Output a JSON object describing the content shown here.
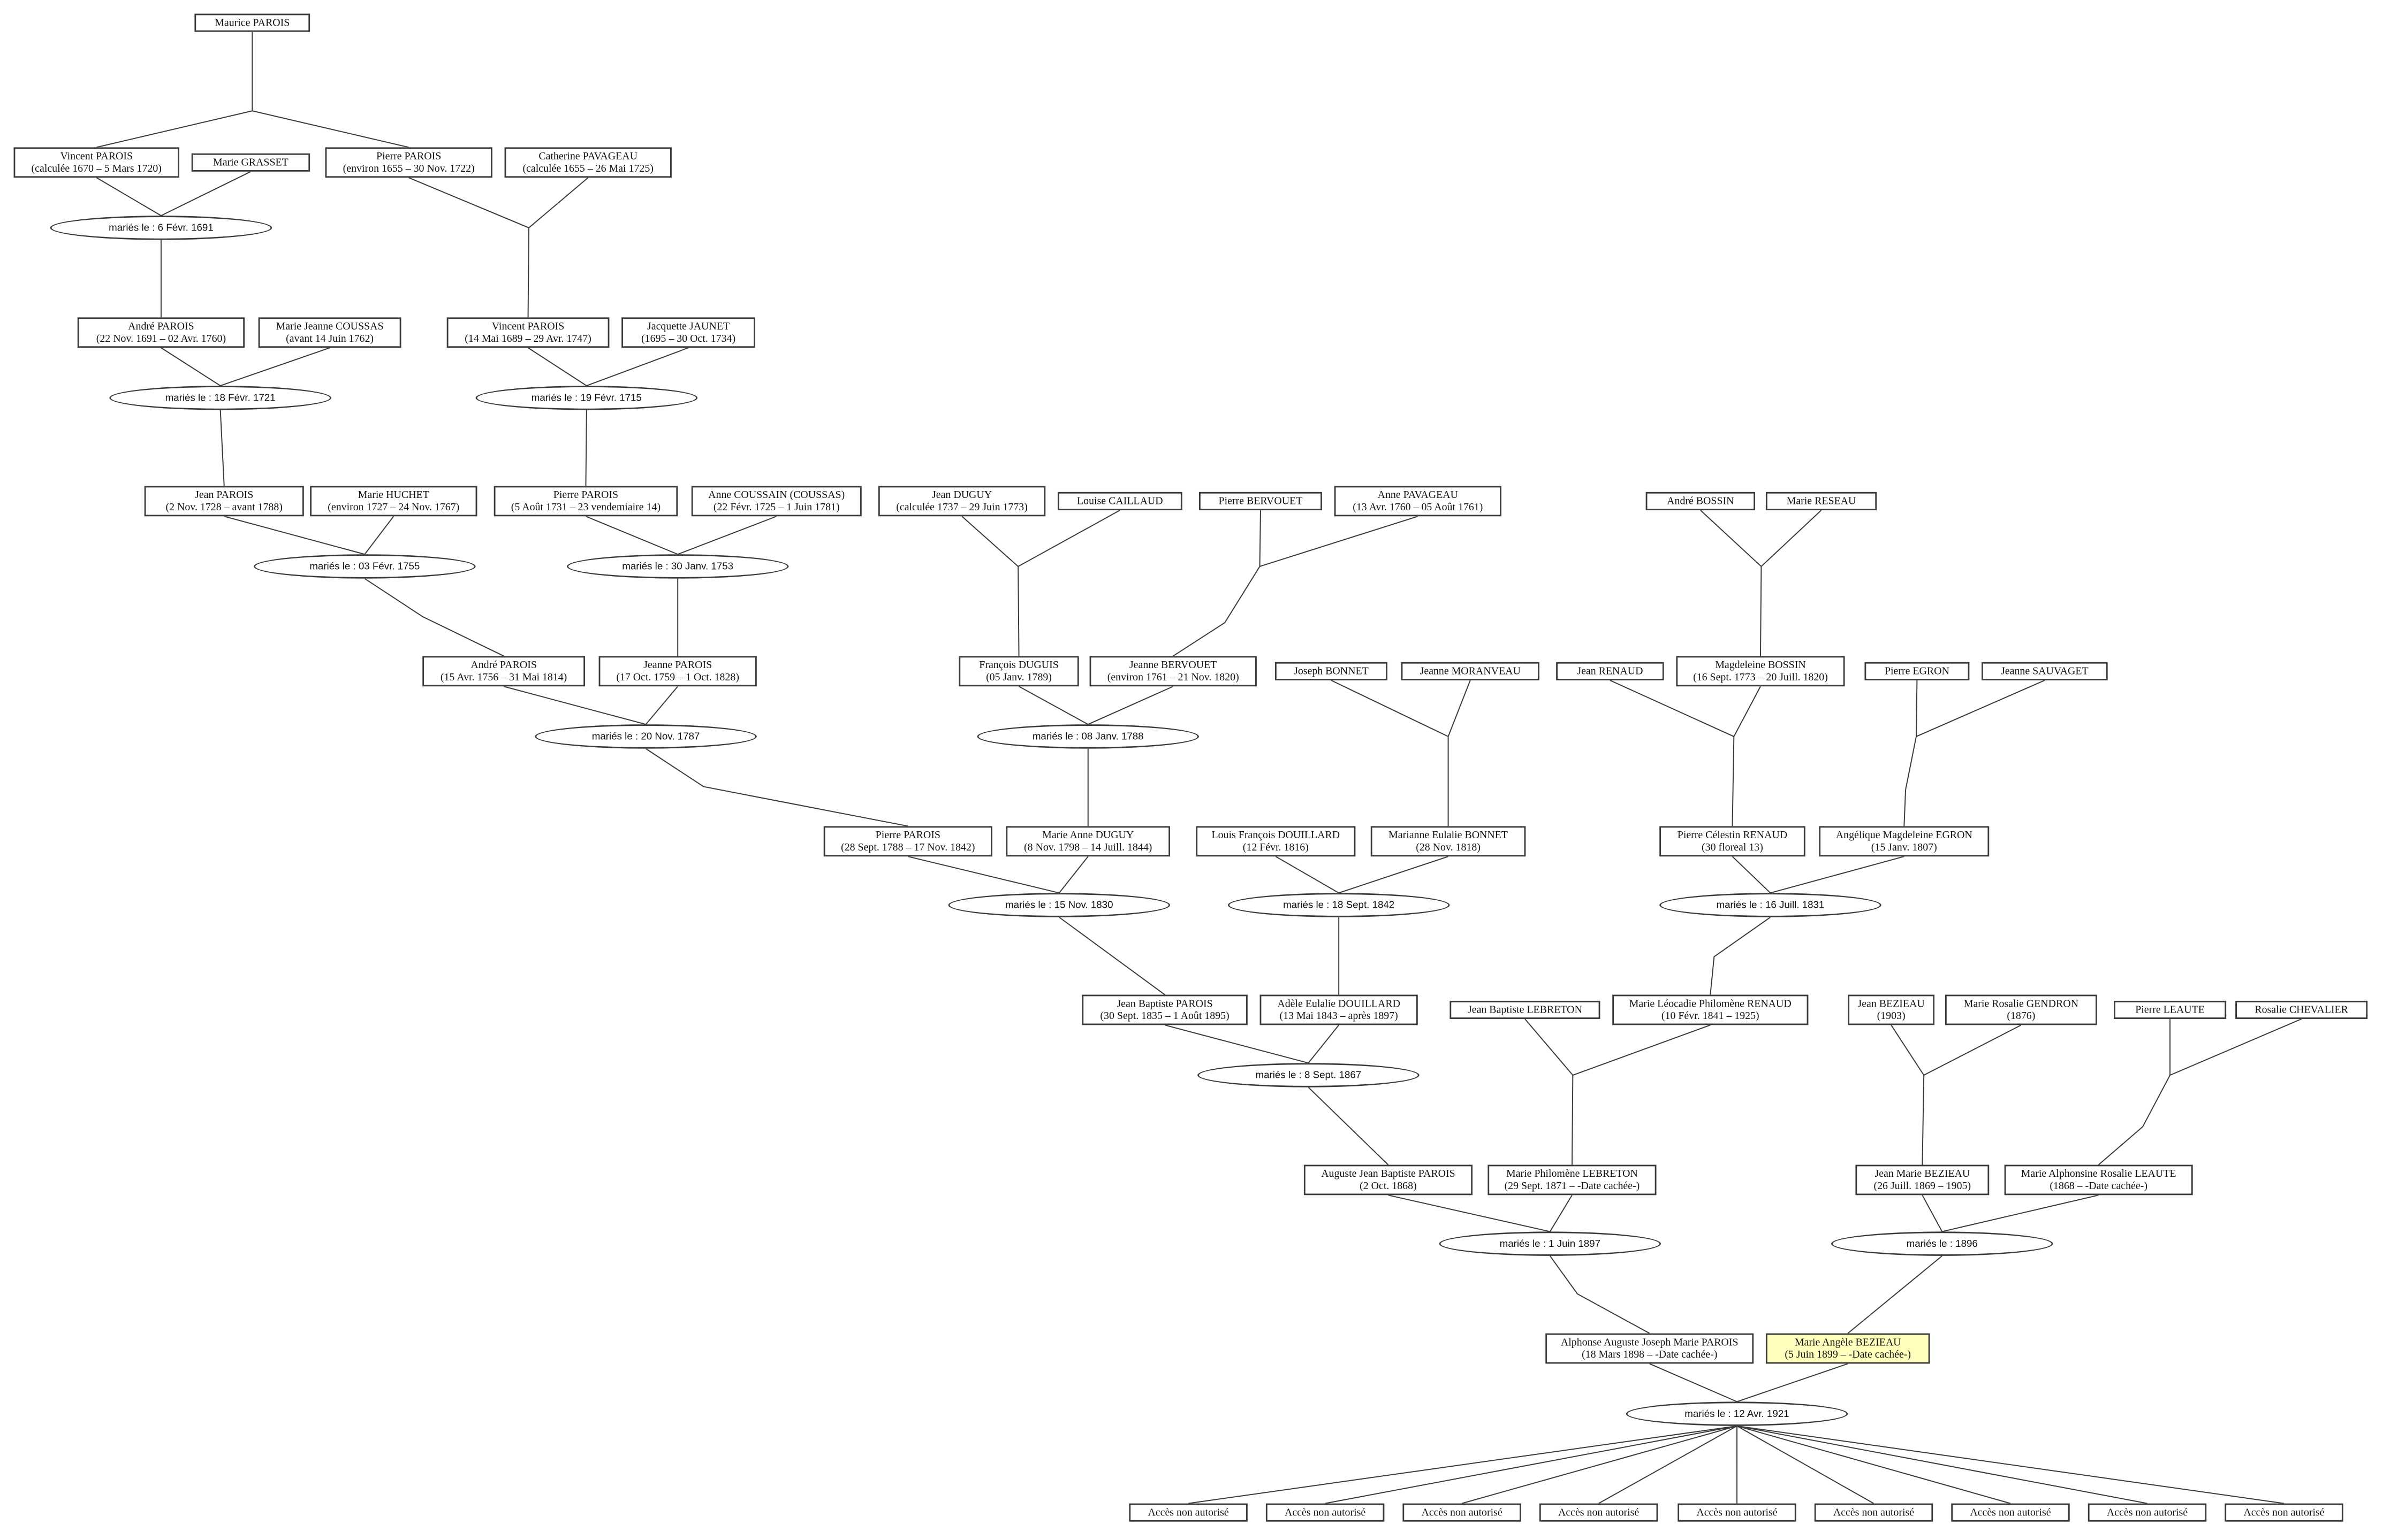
{
  "persons": {
    "maurice": {
      "name": "Maurice PAROIS",
      "dates": ""
    },
    "vincent1": {
      "name": "Vincent PAROIS",
      "dates": "(calculée 1670 – 5 Mars 1720)"
    },
    "marie_grasset": {
      "name": "Marie GRASSET",
      "dates": ""
    },
    "pierre1": {
      "name": "Pierre PAROIS",
      "dates": "(environ 1655 – 30 Nov. 1722)"
    },
    "catherine": {
      "name": "Catherine PAVAGEAU",
      "dates": "(calculée 1655 – 26 Mai 1725)"
    },
    "andre1": {
      "name": "André PAROIS",
      "dates": "(22 Nov. 1691 – 02 Avr. 1760)"
    },
    "mj_coussas": {
      "name": "Marie Jeanne COUSSAS",
      "dates": "(avant 14 Juin 1762)"
    },
    "vincent2": {
      "name": "Vincent PAROIS",
      "dates": "(14 Mai 1689 – 29 Avr. 1747)"
    },
    "jacquette": {
      "name": "Jacquette JAUNET",
      "dates": "(1695 – 30 Oct. 1734)"
    },
    "jean_parois": {
      "name": "Jean PAROIS",
      "dates": "(2 Nov. 1728 – avant 1788)"
    },
    "marie_huchet": {
      "name": "Marie HUCHET",
      "dates": "(environ 1727 – 24 Nov. 1767)"
    },
    "pierre2": {
      "name": "Pierre PAROIS",
      "dates": "(5 Août 1731 – 23 vendemiaire 14)"
    },
    "anne_coussain": {
      "name": "Anne COUSSAIN (COUSSAS)",
      "dates": "(22 Févr. 1725 – 1 Juin 1781)"
    },
    "jean_duguy": {
      "name": "Jean DUGUY",
      "dates": "(calculée 1737 – 29 Juin 1773)"
    },
    "louise": {
      "name": "Louise CAILLAUD",
      "dates": ""
    },
    "pierre_bervouet": {
      "name": "Pierre BERVOUET",
      "dates": ""
    },
    "anne_pavageau": {
      "name": "Anne PAVAGEAU",
      "dates": "(13 Avr. 1760 – 05 Août 1761)"
    },
    "andre_bossin": {
      "name": "André BOSSIN",
      "dates": ""
    },
    "marie_reseau": {
      "name": "Marie RESEAU",
      "dates": ""
    },
    "andre2": {
      "name": "André PAROIS",
      "dates": "(15 Avr. 1756 – 31 Mai 1814)"
    },
    "jeanne_parois": {
      "name": "Jeanne PAROIS",
      "dates": "(17 Oct. 1759 – 1 Oct. 1828)"
    },
    "francois_duguis": {
      "name": "François DUGUIS",
      "dates": "(05 Janv. 1789)"
    },
    "jeanne_bervouet": {
      "name": "Jeanne BERVOUET",
      "dates": "(environ 1761 – 21 Nov. 1820)"
    },
    "joseph_bonnet": {
      "name": "Joseph BONNET",
      "dates": ""
    },
    "jeanne_moranveau": {
      "name": "Jeanne MORANVEAU",
      "dates": ""
    },
    "jean_renaud": {
      "name": "Jean RENAUD",
      "dates": ""
    },
    "magdeleine": {
      "name": "Magdeleine BOSSIN",
      "dates": "(16 Sept. 1773 – 20 Juill. 1820)"
    },
    "pierre_egron": {
      "name": "Pierre EGRON",
      "dates": ""
    },
    "jeanne_sauvaget": {
      "name": "Jeanne SAUVAGET",
      "dates": ""
    },
    "pierre3": {
      "name": "Pierre PAROIS",
      "dates": "(28 Sept. 1788 – 17 Nov. 1842)"
    },
    "marie_anne_duguy": {
      "name": "Marie Anne DUGUY",
      "dates": "(8 Nov. 1798 – 14 Juill. 1844)"
    },
    "louis_douillard": {
      "name": "Louis François DOUILLARD",
      "dates": "(12 Févr. 1816)"
    },
    "marianne_bonnet": {
      "name": "Marianne Eulalie BONNET",
      "dates": "(28 Nov. 1818)"
    },
    "pierre_renaud": {
      "name": "Pierre Célestin RENAUD",
      "dates": "(30 floreal 13)"
    },
    "angelique": {
      "name": "Angélique Magdeleine EGRON",
      "dates": "(15 Janv. 1807)"
    },
    "jb_parois": {
      "name": "Jean Baptiste PAROIS",
      "dates": "(30 Sept. 1835 – 1 Août 1895)"
    },
    "adele": {
      "name": "Adèle Eulalie DOUILLARD",
      "dates": "(13 Mai 1843 – après 1897)"
    },
    "jb_lebreton": {
      "name": "Jean Baptiste LEBRETON",
      "dates": ""
    },
    "marie_leocadie": {
      "name": "Marie Léocadie Philomène RENAUD",
      "dates": "(10 Févr. 1841 – 1925)"
    },
    "jean_bezieau": {
      "name": "Jean BEZIEAU",
      "dates": "(1903)"
    },
    "marie_rosalie": {
      "name": "Marie Rosalie GENDRON",
      "dates": "(1876)"
    },
    "pierre_leaute": {
      "name": "Pierre LEAUTE",
      "dates": ""
    },
    "rosalie": {
      "name": "Rosalie CHEVALIER",
      "dates": ""
    },
    "auguste": {
      "name": "Auguste Jean Baptiste PAROIS",
      "dates": "(2 Oct. 1868)"
    },
    "marie_philomene": {
      "name": "Marie Philomène LEBRETON",
      "dates": "(29 Sept. 1871 – -Date cachée-)"
    },
    "jean_marie_bezieau": {
      "name": "Jean Marie BEZIEAU",
      "dates": "(26 Juill. 1869 – 1905)"
    },
    "marie_alphonsine": {
      "name": "Marie Alphonsine Rosalie LEAUTE",
      "dates": "(1868 – -Date cachée-)"
    },
    "alphonse": {
      "name": "Alphonse Auguste Joseph Marie PAROIS",
      "dates": "(18 Mars 1898 – -Date cachée-)"
    },
    "marie_angele": {
      "name": "Marie Angèle BEZIEAU",
      "dates": "(5 Juin 1899 – -Date cachée-)"
    }
  },
  "marriages": {
    "m1691": "mariés le : 6 Févr. 1691",
    "m1721": "mariés le : 18 Févr. 1721",
    "m1715": "mariés le : 19 Févr. 1715",
    "m1755": "mariés le : 03 Févr. 1755",
    "m1753": "mariés le : 30 Janv. 1753",
    "m1787": "mariés le : 20 Nov. 1787",
    "m1788": "mariés le : 08 Janv. 1788",
    "m1830": "mariés le : 15 Nov. 1830",
    "m1842": "mariés le : 18 Sept. 1842",
    "m1831": "mariés le : 16 Juill. 1831",
    "m1867": "mariés le : 8 Sept. 1867",
    "m1897": "mariés le : 1 Juin 1897",
    "m1896": "mariés le : 1896",
    "m1921": "mariés le : 12 Avr. 1921"
  },
  "children": [
    "Accès non autorisé",
    "Accès non autorisé",
    "Accès non autorisé",
    "Accès non autorisé",
    "Accès non autorisé",
    "Accès non autorisé",
    "Accès non autorisé",
    "Accès non autorisé",
    "Accès non autorisé"
  ],
  "colors": {
    "line": "#3a3a3a",
    "highlight": "#ffffbb",
    "background": "#ffffff"
  }
}
